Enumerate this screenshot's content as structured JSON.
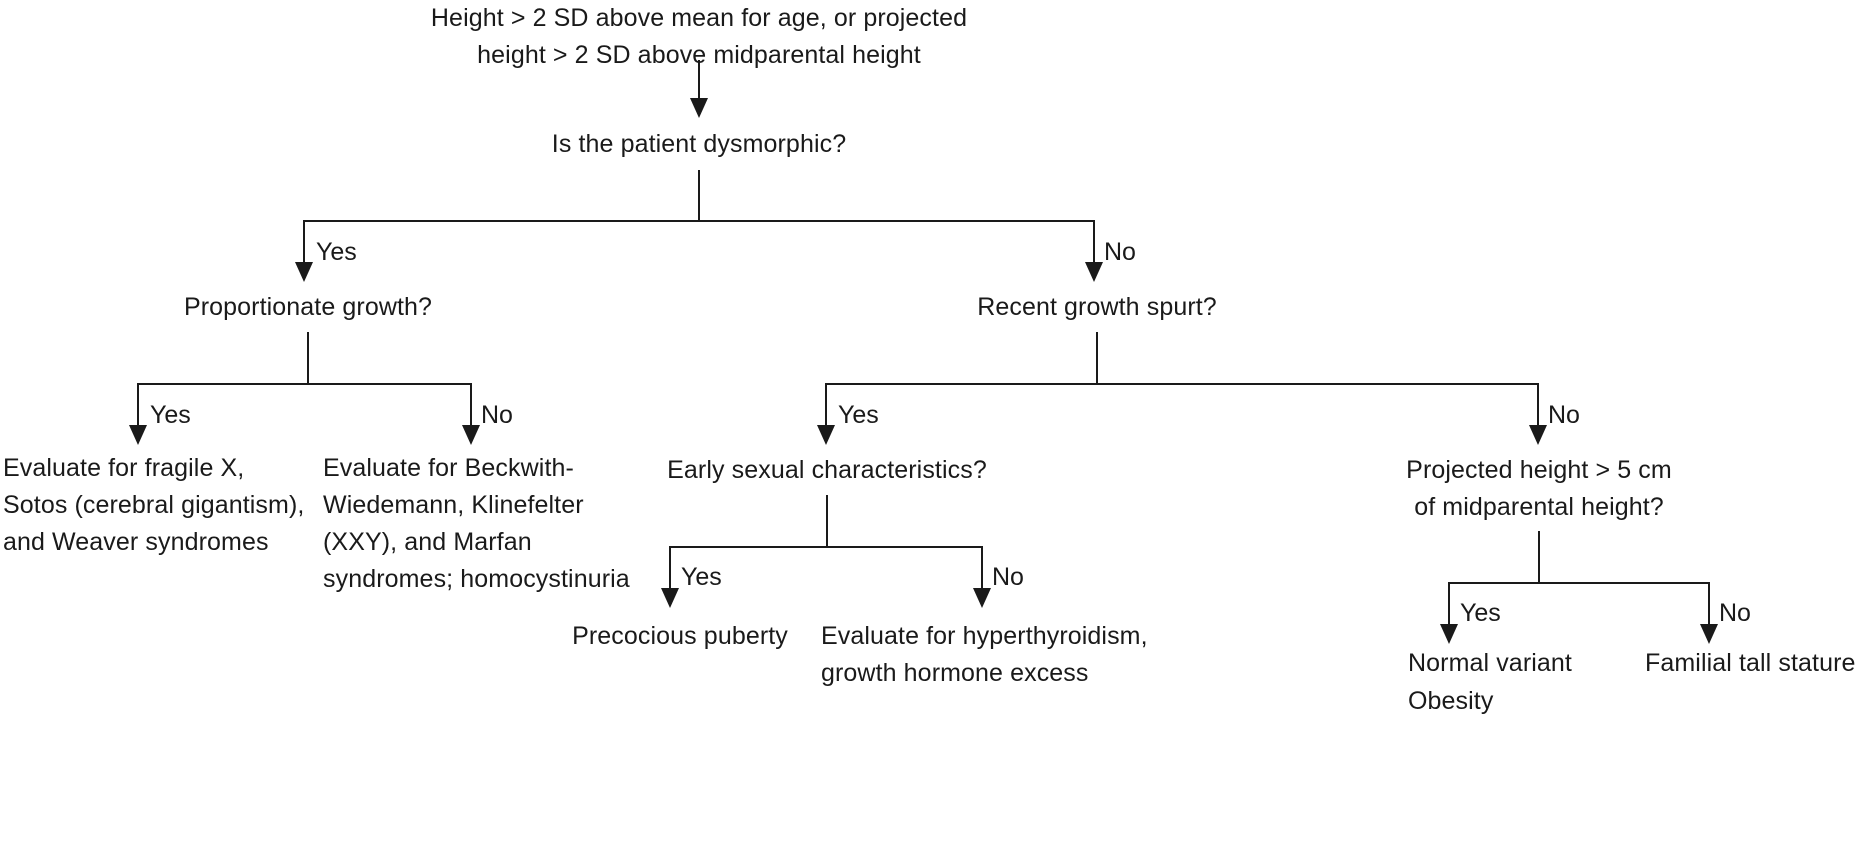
{
  "diagram": {
    "title_text": "Height > 2 SD above mean for age, or projected\nheight > 2 SD above midparental height",
    "nodes": {
      "root": "Height > 2 SD above mean for age, or projected\nheight > 2 SD above midparental height",
      "dysmorphic": "Is the patient dysmorphic?",
      "proportionate_growth": "Proportionate growth?",
      "recent_growth_spurt": "Recent growth spurt?",
      "fragile_x": "Evaluate for fragile X,\nSotos (cerebral gigantism),\nand Weaver syndromes",
      "beckwith": "Evaluate for Beckwith-\nWiedemann, Klinefelter\n(XXY), and Marfan\nsyndromes; homocystinuria",
      "early_sexual": "Early sexual characteristics?",
      "projected_height": "Projected height > 5 cm\nof midparental height?",
      "precocious_puberty": "Precocious puberty",
      "hyperthyroidism": "Evaluate for hyperthyroidism,\ngrowth hormone excess",
      "normal_variant": "Normal variant",
      "obesity": "Obesity",
      "familial_tall": "Familial tall stature"
    },
    "edge_labels": {
      "dysmorphic_yes": "Yes",
      "dysmorphic_no": "No",
      "proportionate_yes": "Yes",
      "proportionate_no": "No",
      "spurt_yes": "Yes",
      "spurt_no": "No",
      "sexual_yes": "Yes",
      "sexual_no": "No",
      "projected_yes": "Yes",
      "projected_no": "No"
    },
    "colors": {
      "line": "#1a1a1a",
      "text": "#1a1a1a",
      "background": "#ffffff"
    }
  }
}
